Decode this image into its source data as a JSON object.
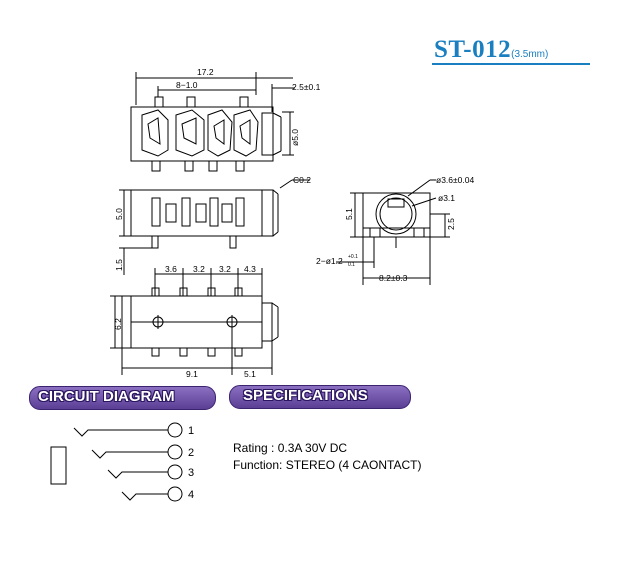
{
  "header": {
    "model": "ST-012",
    "size": "(3.5mm)"
  },
  "top_view": {
    "overall_length": "17.2",
    "pin_pitch": "8−1.0",
    "right_offset": "2.5±0.1",
    "bore_diameter": "ø5.0"
  },
  "side_view": {
    "height": "5.0",
    "chamfer": "C0.2",
    "pin_length": "1.5"
  },
  "end_view": {
    "outer_diameter": "ø3.6±0.04",
    "inner_diameter": "ø3.1",
    "body_height": "5.1",
    "center_height": "2.5",
    "post_diameter": "2−ø1.2",
    "post_tol_upper": "+0.1",
    "post_tol_lower": "0.1",
    "width": "8.2±0.3"
  },
  "bottom_view": {
    "pitch_1": "3.6",
    "pitch_2": "3.2",
    "pitch_3": "3.2",
    "pitch_4": "4.3",
    "width": "6.2",
    "post_span": "9.1",
    "front_offset": "5.1"
  },
  "sections": {
    "circuit_title": "CIRCUIT DIAGRAM",
    "spec_title": "SPECIFICATIONS"
  },
  "circuit": {
    "pins": [
      "1",
      "2",
      "3",
      "4"
    ]
  },
  "specifications": {
    "rating": "Rating : 0.3A 30V DC",
    "function": "Function: STEREO (4 CAONTACT)"
  },
  "colors": {
    "title": "#1a7fc0",
    "banner": "#5b3f95"
  }
}
